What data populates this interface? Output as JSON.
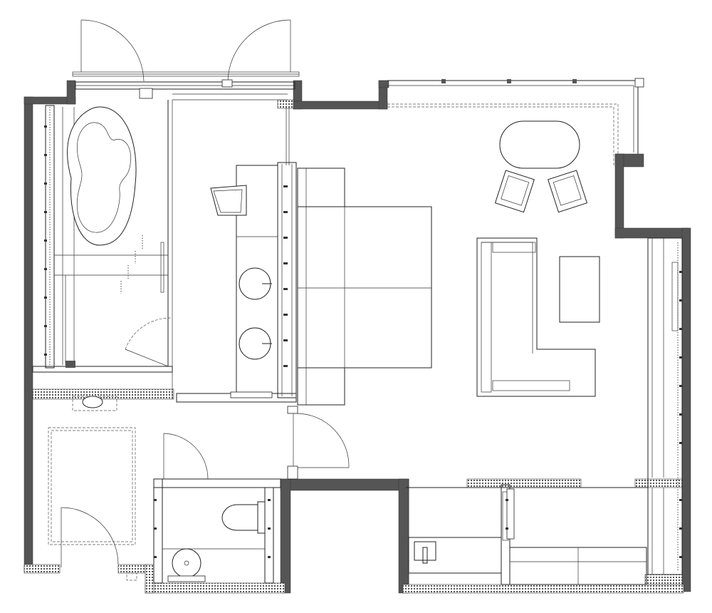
{
  "drawing": {
    "type": "architectural floor plan",
    "colors": {
      "wall": "#555555",
      "line": "#222222",
      "background": "#ffffff"
    }
  },
  "rooms": [
    {
      "id": "bathroom",
      "fixtures": [
        "bathtub",
        "shower",
        "glass-partition"
      ]
    },
    {
      "id": "vanity",
      "fixtures": [
        "double-sink-counter",
        "vanity-chair"
      ]
    },
    {
      "id": "bedroom",
      "fixtures": [
        "double-bed",
        "headboard-wall"
      ]
    },
    {
      "id": "living-area",
      "fixtures": [
        "l-shaped-sofa",
        "coffee-table",
        "dining-table",
        "armchairs"
      ]
    },
    {
      "id": "entry-closet",
      "fixtures": [
        "wardrobe",
        "entry-door"
      ]
    },
    {
      "id": "toilet-room",
      "fixtures": [
        "toilet",
        "hand-basin"
      ]
    },
    {
      "id": "pantry",
      "fixtures": [
        "bar-sink",
        "cabinets"
      ]
    }
  ]
}
